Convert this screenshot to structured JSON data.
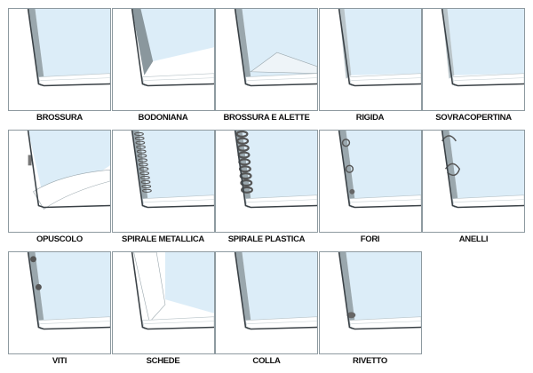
{
  "colors": {
    "page": "#dcedf8",
    "spine": "#9aa7ad",
    "edge": "#3a4146",
    "border": "#8e9aa0"
  },
  "bindings": [
    {
      "label": "BROSSURA",
      "style": "plain"
    },
    {
      "label": "BODONIANA",
      "style": "open"
    },
    {
      "label": "BROSSURA E ALETTE",
      "style": "flap"
    },
    {
      "label": "RIGIDA",
      "style": "hard"
    },
    {
      "label": "SOVRACOPERTINA",
      "style": "jacket"
    },
    {
      "label": "OPUSCOLO",
      "style": "booklet"
    },
    {
      "label": "SPIRALE METALLICA",
      "style": "wire"
    },
    {
      "label": "SPIRALE PLASTICA",
      "style": "comb"
    },
    {
      "label": "FORI",
      "style": "holes"
    },
    {
      "label": "ANELLI",
      "style": "rings"
    },
    {
      "label": "VITI",
      "style": "screws"
    },
    {
      "label": "SCHEDE",
      "style": "sheets"
    },
    {
      "label": "COLLA",
      "style": "glue"
    },
    {
      "label": "RIVETTO",
      "style": "rivet"
    }
  ]
}
